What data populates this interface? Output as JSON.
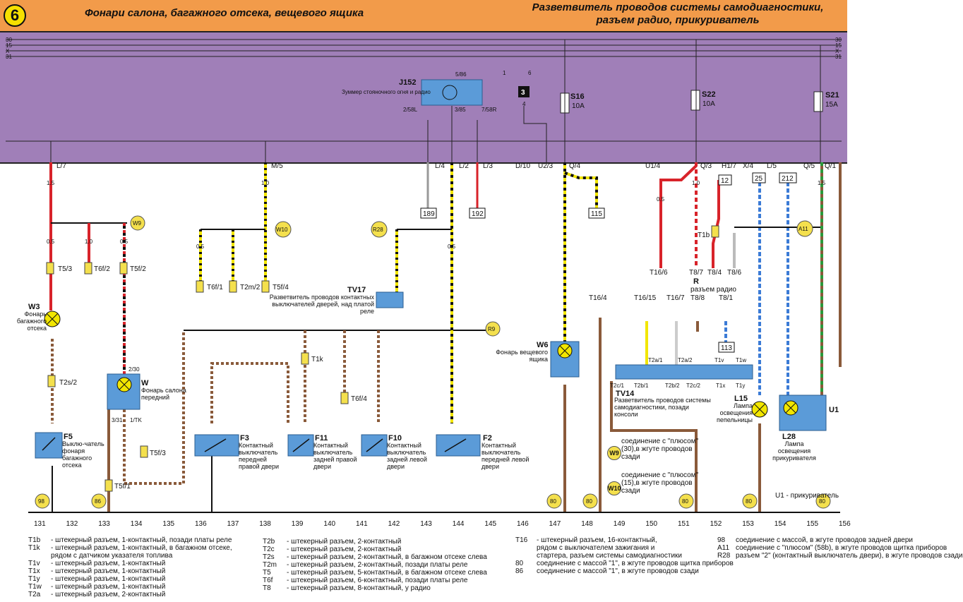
{
  "header": {
    "page_number": "6",
    "title_left": "Фонари салона, багажного отсека, вещевого ящика",
    "title_right": "Разветвитель проводов системы самодиагностики, разъем радио, прикуриватель"
  },
  "relay_panel": {
    "bus_labels": [
      "30",
      "15",
      "X",
      "31"
    ],
    "bus_labels_right": [
      "30",
      "15",
      "X",
      "31"
    ],
    "j152": {
      "id": "J152",
      "desc": "Зуммер стояночного огня и радио",
      "pins": [
        "5/86",
        "1",
        "6",
        "2/58L",
        "3/85",
        "7/58R"
      ]
    },
    "relay3": {
      "id": "3",
      "pin": "4"
    },
    "fuses": [
      {
        "id": "S16",
        "rating": "10A"
      },
      {
        "id": "S22",
        "rating": "10A"
      },
      {
        "id": "S21",
        "rating": "15A"
      }
    ]
  },
  "connector_labels": [
    "L/7",
    "M/5",
    "L/4",
    "L/2",
    "L/3",
    "D/10",
    "U2/3",
    "Q/4",
    "U1/4",
    "Q/3",
    "H1/7",
    "X/4",
    "L/5",
    "Q/5",
    "Q/1"
  ],
  "wire_gauges": [
    "1.5",
    "0.5",
    "1.0",
    "0.5",
    "1.0",
    "0.5",
    "0.5",
    "1.5",
    "1.0",
    "0.5"
  ],
  "boxes": [
    "189",
    "192",
    "115",
    "12",
    "25",
    "212",
    "113"
  ],
  "refs": [
    "W9",
    "W10",
    "R28",
    "R9",
    "A11",
    "98",
    "86",
    "80",
    "80",
    "80",
    "80",
    "80"
  ],
  "connectors": {
    "t5_3": "T5/3",
    "t6f_2": "T6f/2",
    "t5f_2": "T5f/2",
    "t6f_1": "T6f/1",
    "t2m_2": "T2m/2",
    "t5f_4": "T5f/4",
    "t2s_2": "T2s/2",
    "t5f_3": "T5f/3",
    "t5f_1": "T5f/1",
    "t1k": "T1k",
    "t6f_4": "T6f/4",
    "t1b": "T1b",
    "t16_6": "T16/6",
    "t8_7": "T8/7",
    "t8_4": "T8/4",
    "t8_6": "T8/6",
    "t16_4": "T16/4",
    "t16_15": "T16/15",
    "t16_7": "T16/7",
    "t8_8": "T8/8",
    "t8_1": "T8/1",
    "t2a_1": "T2a/1",
    "t2a_2": "T2a/2",
    "t1v": "T1v",
    "t1w": "T1w",
    "t2c_1": "T2c/1",
    "t2b_1": "T2b/1",
    "t2b_2": "T2b/2",
    "t2c_2": "T2c/2",
    "t1x": "T1x",
    "t1y": "T1y"
  },
  "components": {
    "w3": {
      "id": "W3",
      "desc": "Фонарь багажного отсека"
    },
    "w": {
      "id": "W",
      "desc": "Фонарь салона передний",
      "pins": [
        "2/30",
        "3/31",
        "1/TK"
      ]
    },
    "f5": {
      "id": "F5",
      "desc": "Выклю-чатель фонаря багажного отсека"
    },
    "f3": {
      "id": "F3",
      "desc": "Контактный выключатель передней правой двери"
    },
    "f11": {
      "id": "F11",
      "desc": "Контактный выключатель задней правой двери"
    },
    "f10": {
      "id": "F10",
      "desc": "Контактный выключатель задней левой двери"
    },
    "f2": {
      "id": "F2",
      "desc": "Контактный выключатель передней левой двери"
    },
    "tv17": {
      "id": "TV17",
      "desc": "Разветвитель проводов контактных выключателей дверей, над платой реле"
    },
    "w6": {
      "id": "W6",
      "desc": "Фонарь вещевого ящика"
    },
    "r": {
      "id": "R",
      "desc": "разъем радио"
    },
    "tv14": {
      "id": "TV14",
      "desc": "Разветвитель проводов системы самодиагностики, позади консоли"
    },
    "l15": {
      "id": "L15",
      "desc": "Лампа освещения пепельницы"
    },
    "l28": {
      "id": "L28",
      "desc": "Лампа освещения прикуривателя"
    },
    "u1": {
      "id": "U1",
      "desc": "U1 - прикуриватель"
    }
  },
  "mid_notes": {
    "w9_note": "соединение с \"плюсом\" (30),в жгуте проводов сзади",
    "w10_note": "соединение с \"плюсом\" (15),в жгуте проводов сзади"
  },
  "ruler": [
    "131",
    "132",
    "133",
    "134",
    "135",
    "136",
    "137",
    "138",
    "139",
    "140",
    "141",
    "142",
    "143",
    "144",
    "145",
    "146",
    "147",
    "148",
    "149",
    "150",
    "151",
    "152",
    "153",
    "154",
    "155",
    "156"
  ],
  "legend": {
    "col1": [
      {
        "k": "T1b",
        "v": "- штекерный разъем, 1-контактный, позади платы реле"
      },
      {
        "k": "T1k",
        "v": "- штекерный разъем, 1-контактный, в багажном отсеке,"
      },
      {
        "k": "",
        "v": "рядом с датчиком указателя топлива"
      },
      {
        "k": "T1v",
        "v": "- штекерный разъем, 1-контактный"
      },
      {
        "k": "T1x",
        "v": "- штекерный разъем, 1-контактный"
      },
      {
        "k": "T1y",
        "v": "- штекерный разъем, 1-контактный"
      },
      {
        "k": "T1w",
        "v": "- штекерный разъем, 1-контактный"
      },
      {
        "k": "T2a",
        "v": "- штекерный разъем, 2-контактный"
      }
    ],
    "col2": [
      {
        "k": "T2b",
        "v": "- штекерный разъем, 2-контактный"
      },
      {
        "k": "T2c",
        "v": "- штекерный разъем, 2-контактный"
      },
      {
        "k": "T2s",
        "v": "- штекерный разъем, 2-контактный, в багажном отсеке слева"
      },
      {
        "k": "T2m",
        "v": "- штекерный разъем, 2-контактный, позади платы реле"
      },
      {
        "k": "T5",
        "v": "- штекерный разъем, 5-контактный, в багажном отсеке слева"
      },
      {
        "k": "T6f",
        "v": "- штекерный разъем, 6-контактный, позади платы реле"
      },
      {
        "k": "T8",
        "v": "- штекерный разъем, 8-контактный, у радио"
      }
    ],
    "col3": [
      {
        "k": "T16",
        "v": "- штекерный разъем, 16-контактный,"
      },
      {
        "k": "",
        "v": "рядом с выключателем зажигания и"
      },
      {
        "k": "",
        "v": "стартера, разъем системы самодиагностики"
      },
      {
        "k": "80",
        "v": "соединение с массой \"1\", в жгуте проводов щитка приборов"
      },
      {
        "k": "86",
        "v": "соединение с массой \"1\", в жгуте проводов сзади"
      }
    ],
    "col4": [
      {
        "k": "98",
        "v": "соединение с массой, в жгуте проводов задней двери"
      },
      {
        "k": "A11",
        "v": "соединение с \"плюсом\" (58b), в жгуте проводов щитка приборов"
      },
      {
        "k": "R28",
        "v": "разъем \"2\" (контактный выключатель двери), в жгуте проводов сзади"
      }
    ]
  },
  "colors": {
    "header": "#f29b4a",
    "panel": "#a07fb8",
    "component": "#5b9bd8",
    "ref": "#f4e04d",
    "red": "#d8232a",
    "yellow": "#f2e600",
    "brown": "#8a5a3a",
    "blue": "#3b7bd6",
    "green": "#2a9a3a"
  }
}
